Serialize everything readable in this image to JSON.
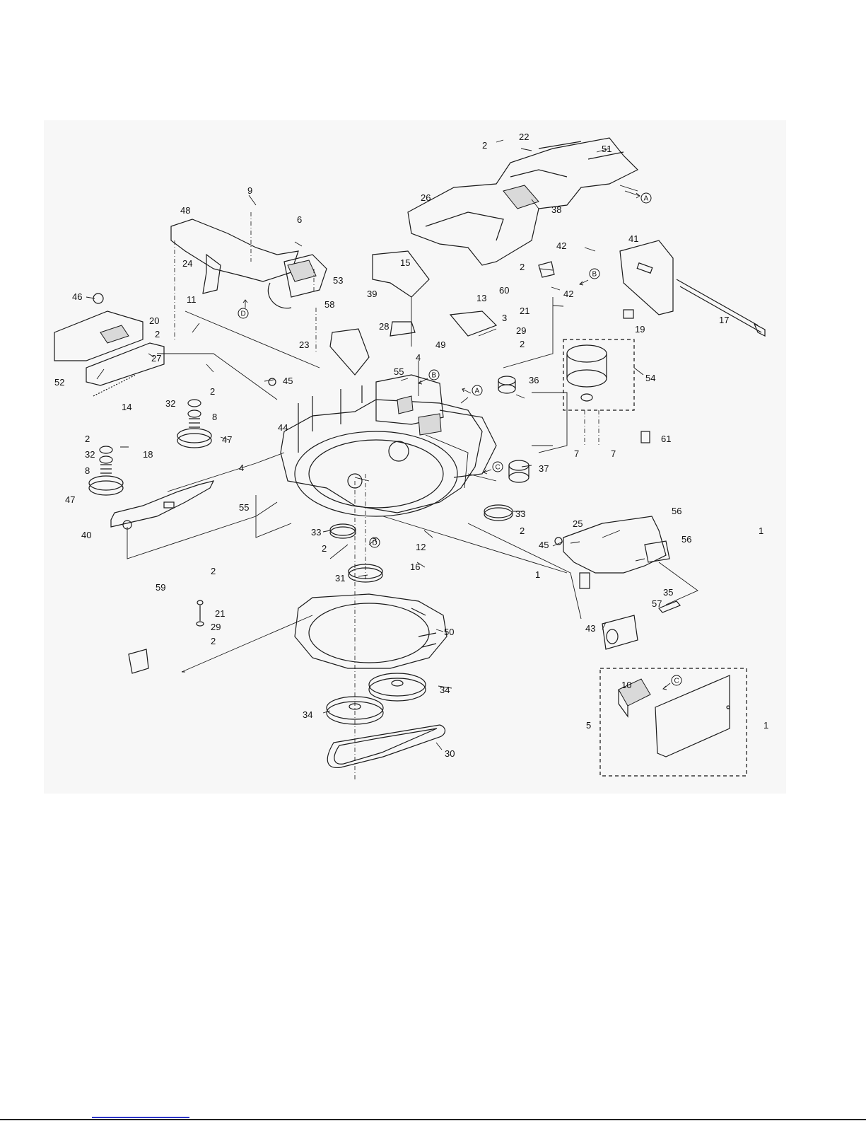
{
  "diagram": {
    "callouts": [
      "1",
      "2",
      "3",
      "4",
      "5",
      "6",
      "7",
      "8",
      "9",
      "10",
      "11",
      "12",
      "13",
      "14",
      "15",
      "16",
      "17",
      "18",
      "19",
      "20",
      "21",
      "22",
      "23",
      "24",
      "25",
      "26",
      "27",
      "28",
      "29",
      "30",
      "31",
      "32",
      "33",
      "34",
      "35",
      "36",
      "37",
      "38",
      "39",
      "40",
      "41",
      "42",
      "43",
      "44",
      "45",
      "46",
      "47",
      "48",
      "49",
      "50",
      "51",
      "52",
      "53",
      "54",
      "55",
      "56",
      "57",
      "58",
      "59",
      "60",
      "61"
    ],
    "reference_marks": [
      "A",
      "B",
      "C",
      "D"
    ]
  }
}
